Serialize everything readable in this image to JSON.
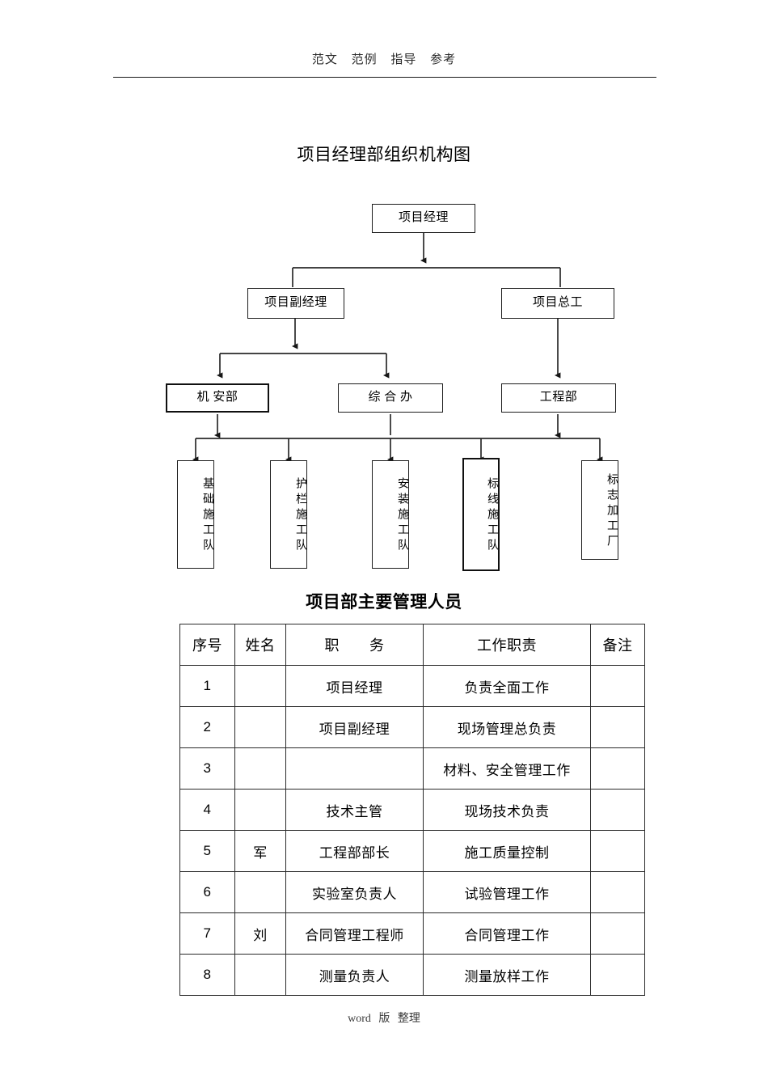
{
  "header": {
    "words": [
      "范文",
      "范例",
      "指导",
      "参考"
    ]
  },
  "footer": {
    "words": [
      "word",
      "版",
      "整理"
    ]
  },
  "chart_title": "项目经理部组织机构图",
  "table_title": "项目部主要管理人员",
  "org_chart": {
    "nodes": [
      {
        "id": "manager",
        "label": "项目经理",
        "level": 1
      },
      {
        "id": "deputy-manager",
        "label": "项目副经理",
        "level": 2
      },
      {
        "id": "chief-engineer",
        "label": "项目总工",
        "level": 2
      },
      {
        "id": "mech-dept",
        "label": "机 安部",
        "level": 3
      },
      {
        "id": "general-office",
        "label": "综 合 办",
        "level": 3
      },
      {
        "id": "eng-dept",
        "label": "工程部",
        "level": 3
      },
      {
        "id": "foundation-team",
        "label": "基础施工队",
        "level": 4
      },
      {
        "id": "guardrail-team",
        "label": "护栏施工队",
        "level": 4
      },
      {
        "id": "install-team",
        "label": "安装施工队",
        "level": 4
      },
      {
        "id": "marking-team",
        "label": "标线施工队",
        "level": 4
      },
      {
        "id": "sign-factory",
        "label": "标志加工厂",
        "level": 4
      }
    ]
  },
  "table": {
    "columns": [
      "序号",
      "姓名",
      "职　　务",
      "工作职责",
      "备注"
    ],
    "rows": [
      {
        "no": "1",
        "name": "",
        "post": "项目经理",
        "duty": "负责全面工作",
        "remark": ""
      },
      {
        "no": "2",
        "name": "",
        "post": "项目副经理",
        "duty": "现场管理总负责",
        "remark": ""
      },
      {
        "no": "3",
        "name": "",
        "post": "",
        "duty": "材料、安全管理工作",
        "remark": ""
      },
      {
        "no": "4",
        "name": "",
        "post": "技术主管",
        "duty": "现场技术负责",
        "remark": ""
      },
      {
        "no": "5",
        "name": "军",
        "post": "工程部部长",
        "duty": "施工质量控制",
        "remark": ""
      },
      {
        "no": "6",
        "name": "",
        "post": "实验室负责人",
        "duty": "试验管理工作",
        "remark": ""
      },
      {
        "no": "7",
        "name": "刘",
        "post": "合同管理工程师",
        "duty": "合同管理工作",
        "remark": ""
      },
      {
        "no": "8",
        "name": "",
        "post": "测量负责人",
        "duty": "测量放样工作",
        "remark": ""
      }
    ]
  },
  "colors": {
    "ink": "#1a1a1a",
    "rule": "#2a2a2a",
    "paper": "#ffffff"
  }
}
